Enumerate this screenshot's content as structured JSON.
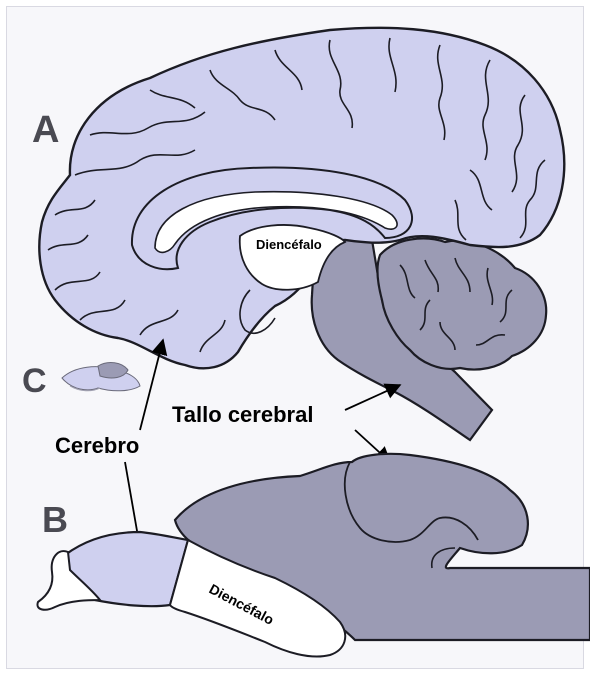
{
  "panels": {
    "a": "A",
    "b": "B",
    "c": "C"
  },
  "labels": {
    "diencefalo_a": "Diencéfalo",
    "diencefalo_b": "Diencéfalo",
    "tallo_cerebral": "Tallo cerebral",
    "cerebro": "Cerebro"
  },
  "colors": {
    "cerebrum_fill": "#cfd0ef",
    "brainstem_fill": "#9b9bb4",
    "outline": "#1c1c24",
    "white_region": "#ffffff",
    "background": "#f7f7fa"
  }
}
